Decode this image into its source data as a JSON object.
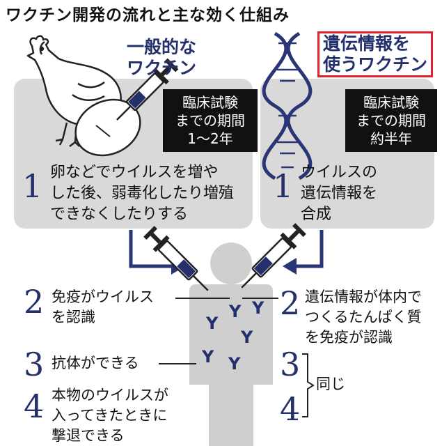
{
  "title": "ワクチン開発の流れと主な効く仕組み",
  "conventional": {
    "title_lines": [
      "一般的な",
      "ワクチン"
    ],
    "trial_lines": [
      "臨床試験",
      "までの期間",
      "1～2年"
    ],
    "step1_num": "1",
    "step1_lines": [
      "卵などでウイルスを増や",
      "した後、弱毒化したり増殖",
      "できなくしたりする"
    ]
  },
  "genetic": {
    "title_lines": [
      "遺伝情報を",
      "使うワクチン"
    ],
    "trial_lines": [
      "臨床試験",
      "までの期間",
      "約半年"
    ],
    "step1_num": "1",
    "step1_lines": [
      "ウイルスの",
      "遺伝情報を",
      "合成"
    ]
  },
  "left_steps": [
    {
      "num": "2",
      "lines": [
        "免疫がウイルス",
        "を認識"
      ]
    },
    {
      "num": "3",
      "lines": [
        "抗体ができる"
      ]
    },
    {
      "num": "4",
      "lines": [
        "本物のウイルスが",
        "入ってきたときに",
        "撃退できる"
      ]
    }
  ],
  "right_steps": [
    {
      "num": "2",
      "lines": [
        "遺伝情報が体内で",
        "つくるたんぱく質",
        "を免疫が認識"
      ]
    },
    {
      "num": "3"
    },
    {
      "num": "4"
    }
  ],
  "same_label": "同じ",
  "antibody_glyph": "Y",
  "colors": {
    "navy": "#24306b",
    "panel_gray": "#d9d9d9",
    "body_gray": "#cfcfcf",
    "red_border": "#e0202a",
    "dna": "#2a3576"
  }
}
